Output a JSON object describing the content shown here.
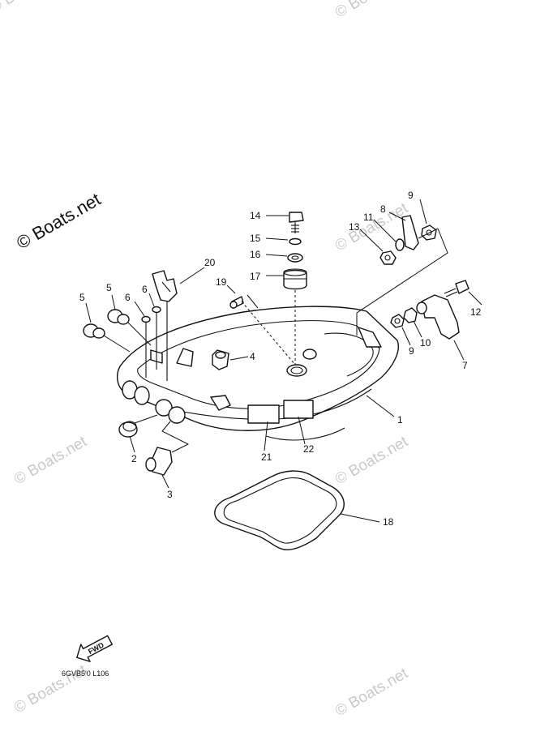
{
  "watermark": {
    "text": "© Boats.net"
  },
  "callouts": {
    "c1": "1",
    "c2": "2",
    "c3": "3",
    "c4": "4",
    "c5a": "5",
    "c5b": "5",
    "c6a": "6",
    "c6b": "6",
    "c7": "7",
    "c8": "8",
    "c9a": "9",
    "c9b": "9",
    "c10": "10",
    "c11": "11",
    "c12": "12",
    "c13": "13",
    "c14": "14",
    "c15": "15",
    "c16": "16",
    "c17": "17",
    "c18": "18",
    "c19": "19",
    "c20": "20",
    "c21": "21",
    "c22": "22"
  },
  "fwd_arrow": {
    "label": "FWD"
  },
  "drawing_code": "6GVB5'0 L106"
}
